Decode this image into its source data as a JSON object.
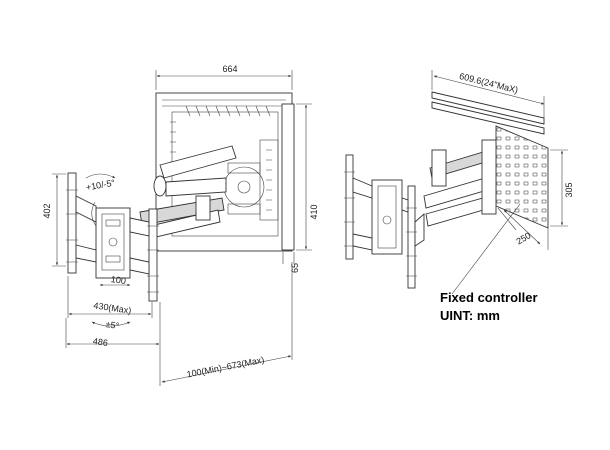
{
  "dimensions": {
    "wall_plate_width": "664",
    "wall_plate_height": "410",
    "wall_plate_depth": "65",
    "tv_plate_height": "402",
    "tilt": "+10/-5°",
    "vesa_100": "100",
    "max_width_430": "430(Max)",
    "swivel": "±5°",
    "overall_width": "486",
    "extension": "100(Min)~673(Max)",
    "right_top": "609.6(24\"MaX)",
    "right_height": "305",
    "right_depth": "250"
  },
  "notes": {
    "line1": "Fixed controller",
    "line2": "UINT: mm"
  }
}
